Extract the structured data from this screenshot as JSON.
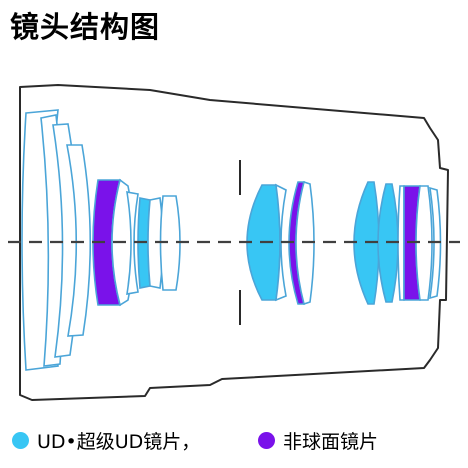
{
  "title": "镜头结构图",
  "colors": {
    "outline": "#2a2a2a",
    "lens_stroke": "#4ba5d8",
    "plain_glass": "#ffffff",
    "ud_glass": "#38c6f4",
    "aspherical_glass": "#7a12ea",
    "axis": "#404040"
  },
  "legend": [
    {
      "label": "UD•超级UD镜片，",
      "color": "#38c6f4"
    },
    {
      "label": "非球面镜片",
      "color": "#7a12ea"
    }
  ]
}
